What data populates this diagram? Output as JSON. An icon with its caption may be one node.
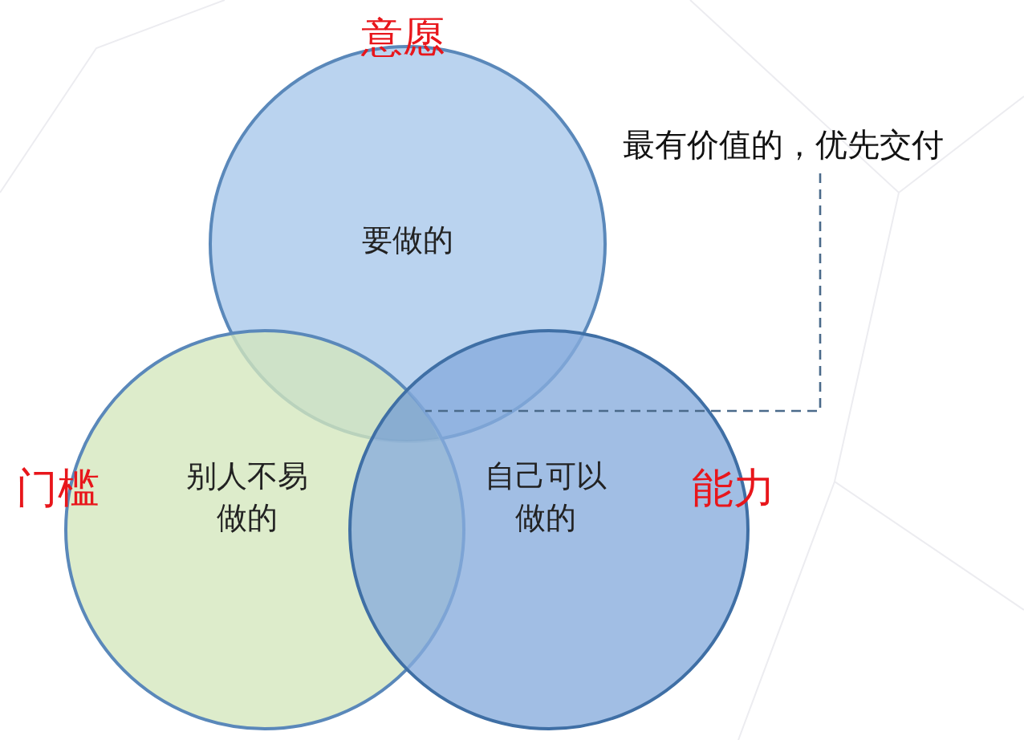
{
  "diagram": {
    "nodes": [
      {
        "text": [
          "要做的"
        ],
        "beside": [
          "意愿"
        ]
      },
      {
        "text": [
          "别人不易做的"
        ],
        "beside": [
          "门槛"
        ]
      },
      {
        "text": [
          "自己可以做的",
          "能力"
        ]
      },
      {
        "text": [
          "最有价值的，优先交付"
        ]
      },
      {
        "text": [],
        "shape": "region"
      }
    ],
    "edges": [
      {
        "from": 3,
        "to": 4,
        "arrow": "none",
        "style": "dashed"
      }
    ]
  }
}
